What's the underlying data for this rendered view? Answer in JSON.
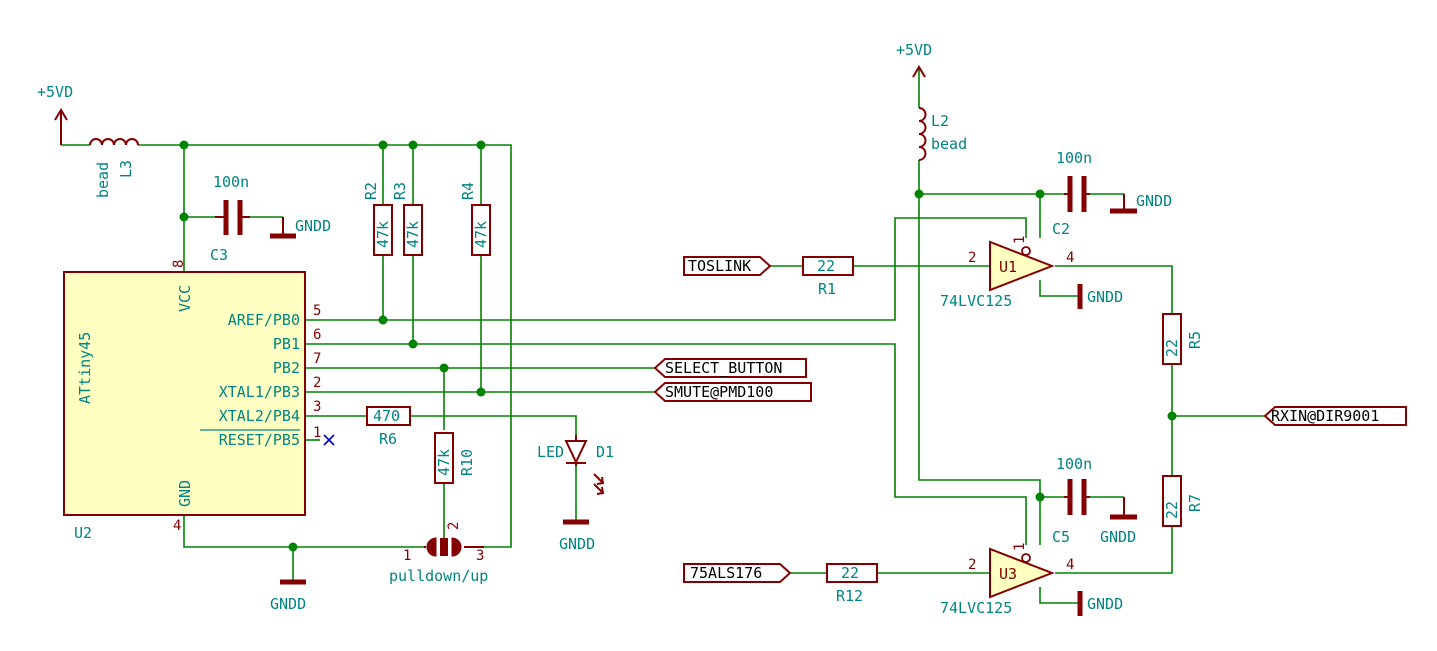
{
  "power": {
    "vcc": "+5VD",
    "gnd": "GNDD"
  },
  "u2": {
    "ref": "U2",
    "value": "ATtiny45",
    "pin_vcc": "VCC",
    "pin_gnd": "GND",
    "pins": [
      {
        "num": "5",
        "name": "AREF/PB0"
      },
      {
        "num": "6",
        "name": "PB1"
      },
      {
        "num": "7",
        "name": "PB2"
      },
      {
        "num": "2",
        "name": "XTAL1/PB3"
      },
      {
        "num": "3",
        "name": "XTAL2/PB4"
      },
      {
        "num": "1",
        "name": "RESET/PB5"
      }
    ],
    "vcc_num": "8",
    "gnd_num": "4"
  },
  "l3": {
    "ref": "L3",
    "value": "bead"
  },
  "l2": {
    "ref": "L2",
    "value": "bead"
  },
  "c3": {
    "ref": "C3",
    "value": "100n"
  },
  "c2": {
    "ref": "C2",
    "value": "100n"
  },
  "c5": {
    "ref": "C5",
    "value": "100n"
  },
  "r2": {
    "ref": "R2",
    "value": "47k"
  },
  "r3": {
    "ref": "R3",
    "value": "47k"
  },
  "r4": {
    "ref": "R4",
    "value": "47k"
  },
  "r10": {
    "ref": "R10",
    "value": "47k"
  },
  "r6": {
    "ref": "R6",
    "value": "470"
  },
  "r1": {
    "ref": "R1",
    "value": "22"
  },
  "r12": {
    "ref": "R12",
    "value": "22"
  },
  "r5": {
    "ref": "R5",
    "value": "22"
  },
  "r7": {
    "ref": "R7",
    "value": "22"
  },
  "d1": {
    "ref": "D1",
    "value": "LED"
  },
  "jp": {
    "value": "pulldown/up",
    "pin1": "1",
    "pin2": "2",
    "pin3": "3"
  },
  "u1": {
    "ref": "U1",
    "value": "74LVC125",
    "in": "2",
    "oe": "1",
    "out": "4"
  },
  "u3": {
    "ref": "U3",
    "value": "74LVC125",
    "in": "2",
    "oe": "1",
    "out": "4"
  },
  "labels": {
    "toslink": "TOSLINK",
    "ttl": "75ALS176",
    "select": "SELECT_BUTTON",
    "smute": "SMUTE@PMD100",
    "rxin": "RXIN@DIR9001"
  }
}
